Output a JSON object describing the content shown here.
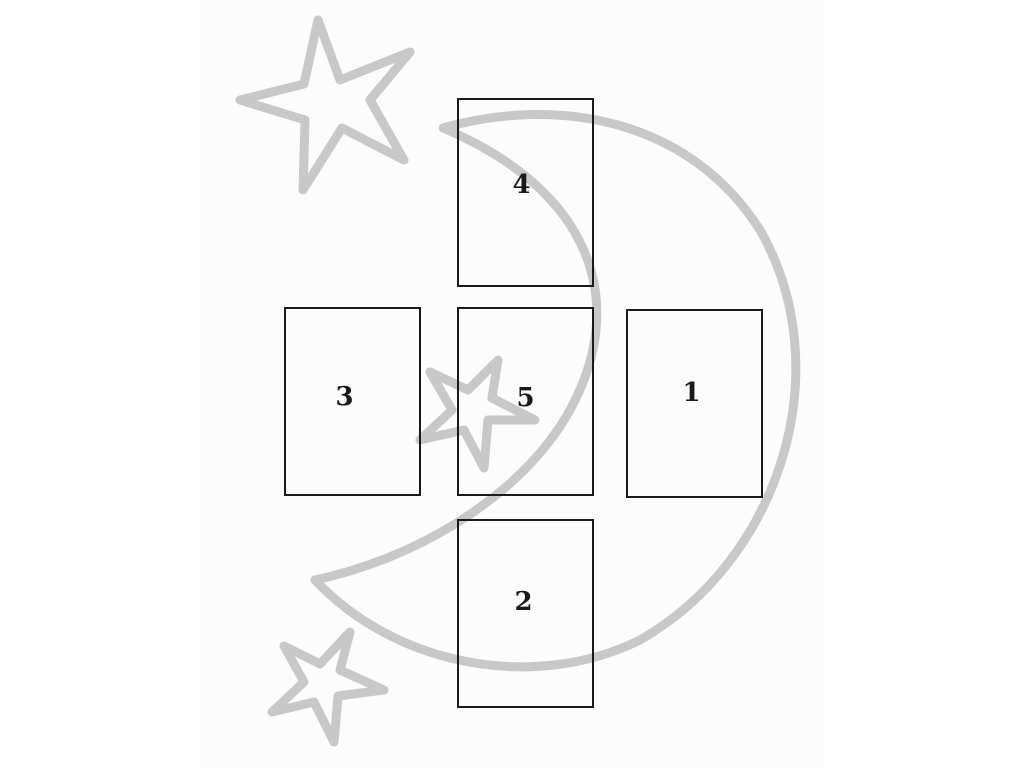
{
  "spread": {
    "cards": [
      {
        "id": "card-1",
        "number": "1"
      },
      {
        "id": "card-2",
        "number": "2"
      },
      {
        "id": "card-3",
        "number": "3"
      },
      {
        "id": "card-4",
        "number": "4"
      },
      {
        "id": "card-5",
        "number": "5"
      }
    ]
  },
  "decoration": {
    "moon_icon": "crescent-moon-icon",
    "star_icons": [
      "star-icon-large",
      "star-icon-center",
      "star-icon-bottom"
    ],
    "outline_color": "#c8c8c8",
    "card_border_color": "#1a1a1a",
    "background_color": "#fcfcfc"
  }
}
